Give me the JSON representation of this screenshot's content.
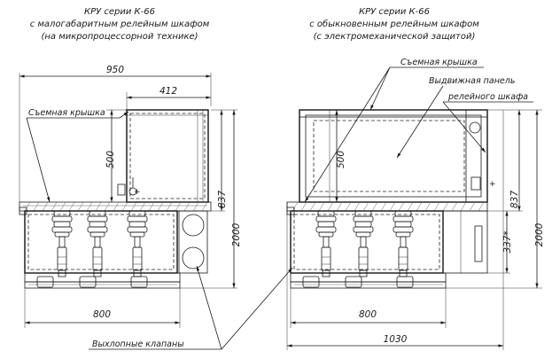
{
  "left_unit": {
    "caption_line1": "КРУ серии К-66",
    "caption_line2": "с малогабаритным релейным шкафом",
    "caption_line3": "(на микропроцессорной технике)",
    "dim_total_width": "950",
    "dim_cabinet_width": "412",
    "dim_base_width": "800",
    "dim_cabinet_height": "500",
    "dim_upper_height": "837",
    "dim_total_height": "2000",
    "label_removable_cover": "Съемная крышка"
  },
  "right_unit": {
    "caption_line1": "КРУ серии К-66",
    "caption_line2": "с обыкновенным релейным шкафом",
    "caption_line3": "(с электромеханической защитой)",
    "dim_cabinet_height": "500",
    "dim_upper_height": "837",
    "dim_relay_height": "337*",
    "dim_total_height": "2000",
    "dim_base_width": "800",
    "dim_total_width": "1030",
    "label_removable_cover": "Съемная крышка",
    "label_sliding_panel_line1": "Выдвижная панель",
    "label_sliding_panel_line2": "релейного шкафа"
  },
  "shared": {
    "label_exhaust_valves": "Выхлопные клапаны"
  }
}
